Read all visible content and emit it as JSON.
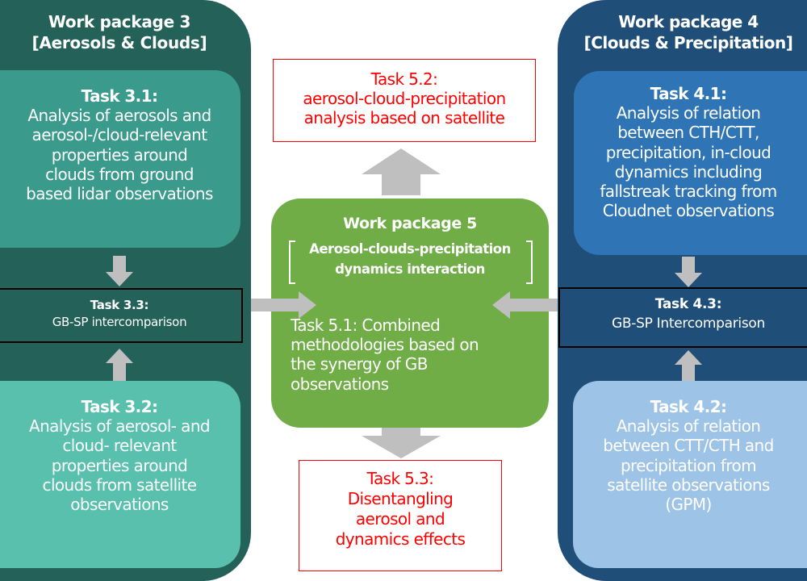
{
  "colors": {
    "wp3_panel": "#236159",
    "task_3_1": "#3a9a8b",
    "task_3_2": "#58c0ad",
    "wp4_panel": "#1f4e79",
    "task_4_1": "#2f75b6",
    "task_4_2": "#9dc3e6",
    "wp5": "#70ad47",
    "red_task": "#ff0000",
    "arrow": "#bfbfbf"
  },
  "wp3": {
    "title_line1": "Work package 3",
    "title_line2": "[Aerosols & Clouds]",
    "task_3_1": {
      "heading": "Task 3.1:",
      "lines": [
        "Analysis of aerosols and",
        "aerosol-/cloud-relevant",
        "properties around",
        "clouds from ground",
        "based lidar observations"
      ]
    },
    "task_3_3": {
      "heading": "Task 3.3:",
      "text": "GB-SP intercomparison"
    },
    "task_3_2": {
      "heading": "Task 3.2:",
      "lines": [
        "Analysis of aerosol- and",
        "cloud- relevant",
        "properties around",
        "clouds from satellite",
        "observations"
      ]
    }
  },
  "wp4": {
    "title_line1": "Work package 4",
    "title_line2": "[Clouds & Precipitation]",
    "task_4_1": {
      "heading": "Task 4.1:",
      "lines": [
        "Analysis of relation",
        "between CTH/CTT,",
        "precipitation, in-cloud",
        "dynamics including",
        "fallstreak tracking from",
        "Cloudnet observations"
      ]
    },
    "task_4_3": {
      "heading": "Task 4.3:",
      "text": "GB-SP Intercomparison"
    },
    "task_4_2": {
      "heading": "Task 4.2:",
      "lines": [
        "Analysis of relation",
        "between CTT/CTH and",
        "precipitation from",
        "satellite observations",
        "(GPM)"
      ]
    }
  },
  "wp5": {
    "title": "Work package 5",
    "subtitle_line1": "Aerosol-clouds-precipitation",
    "subtitle_line2": "dynamics interaction",
    "task_5_1": {
      "lines": [
        "Task 5.1: Combined",
        "methodologies based on",
        "the synergy of GB",
        "observations"
      ]
    }
  },
  "task_5_2": {
    "heading": "Task 5.2:",
    "lines": [
      "aerosol-cloud-precipitation",
      "analysis based on satellite"
    ]
  },
  "task_5_3": {
    "heading": "Task 5.3:",
    "lines": [
      "Disentangling",
      "aerosol and",
      "dynamics effects"
    ]
  },
  "arrows": [
    {
      "from": "task_3_1",
      "to": "task_3_3",
      "direction": "down"
    },
    {
      "from": "task_3_2",
      "to": "task_3_3",
      "direction": "up"
    },
    {
      "from": "task_4_1",
      "to": "task_4_3",
      "direction": "down"
    },
    {
      "from": "task_4_2",
      "to": "task_4_3",
      "direction": "up"
    },
    {
      "from": "wp3",
      "to": "wp5",
      "direction": "right"
    },
    {
      "from": "wp4",
      "to": "wp5",
      "direction": "left"
    },
    {
      "from": "wp5",
      "to": "task_5_2",
      "direction": "up"
    },
    {
      "from": "wp5",
      "to": "task_5_3",
      "direction": "down"
    }
  ]
}
